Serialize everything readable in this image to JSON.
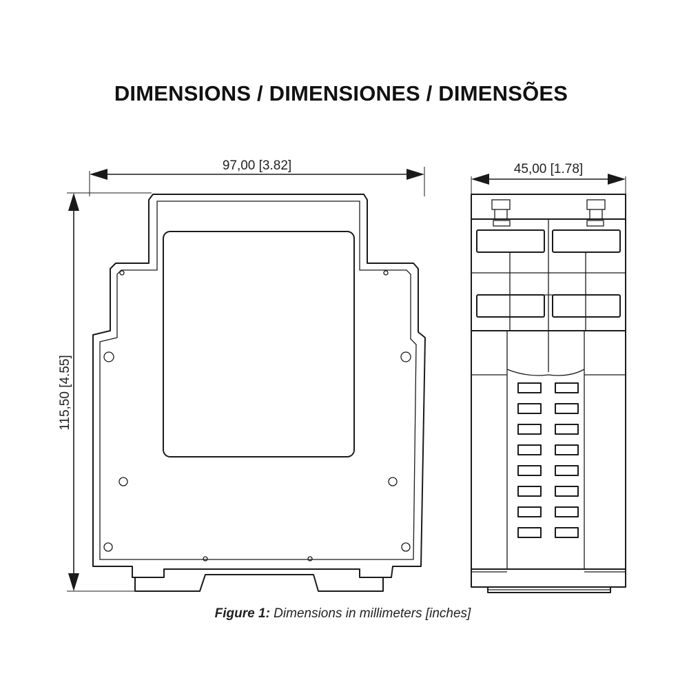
{
  "title": "DIMENSIONS / DIMENSIONES / DIMENSÕES",
  "dimensions": {
    "front_width": "97,00 [3.82]",
    "side_width": "45,00 [1.78]",
    "height": "115,50 [4.55]"
  },
  "caption": {
    "label": "Figure 1:",
    "text": " Dimensions in millimeters [inches]"
  }
}
